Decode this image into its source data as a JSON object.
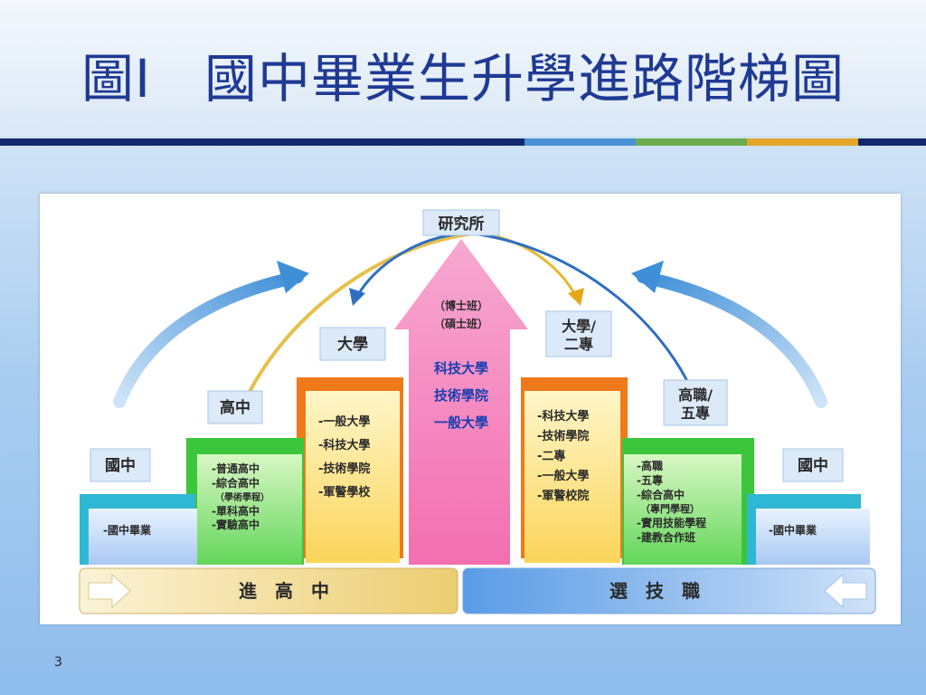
{
  "title": "圖I　國中畢業生升學進路階梯圖",
  "page_number": "3",
  "diagram": {
    "top_label": "研究所",
    "center_arrow": {
      "sub1": "（博士班）",
      "sub2": "（碩士班）",
      "items": [
        "科技大學",
        "技術學院",
        "一般大學"
      ]
    },
    "left": {
      "university_label": "大學",
      "university_items": [
        "-一般大學",
        "-科技大學",
        "-技術學院",
        "-軍警學校"
      ],
      "senior_label": "高中",
      "senior_items": [
        "-普通高中",
        "-綜合高中",
        "（學術學程）",
        "-單科高中",
        "-實驗高中"
      ],
      "junior_label": "國中",
      "junior_items": [
        "-國中畢業"
      ],
      "banner": "進　高　中"
    },
    "right": {
      "university_label": "大學/\n二專",
      "university_label_lines": [
        "大學/",
        "二專"
      ],
      "university_items": [
        "-科技大學",
        "-技術學院",
        "-二專",
        "-一般大學",
        "-軍警校院"
      ],
      "vocational_label_lines": [
        "高職/",
        "五專"
      ],
      "vocational_items": [
        "-高職",
        "-五專",
        "-綜合高中",
        "（專門學程）",
        "-實用技能學程",
        "-建教合作班"
      ],
      "junior_label": "國中",
      "junior_items": [
        "-國中畢業"
      ],
      "banner": "選　技　職"
    }
  },
  "colors": {
    "title": "#1f3a93",
    "cyan_step": "#2fb8d4",
    "green_step": "#3cc63c",
    "orange_step": "#f07a1a",
    "pink_arrow": "#f78fc3",
    "yellow_box": "#fde58a",
    "left_banner": "#f3d98a",
    "right_banner": "#7fb3ea"
  }
}
